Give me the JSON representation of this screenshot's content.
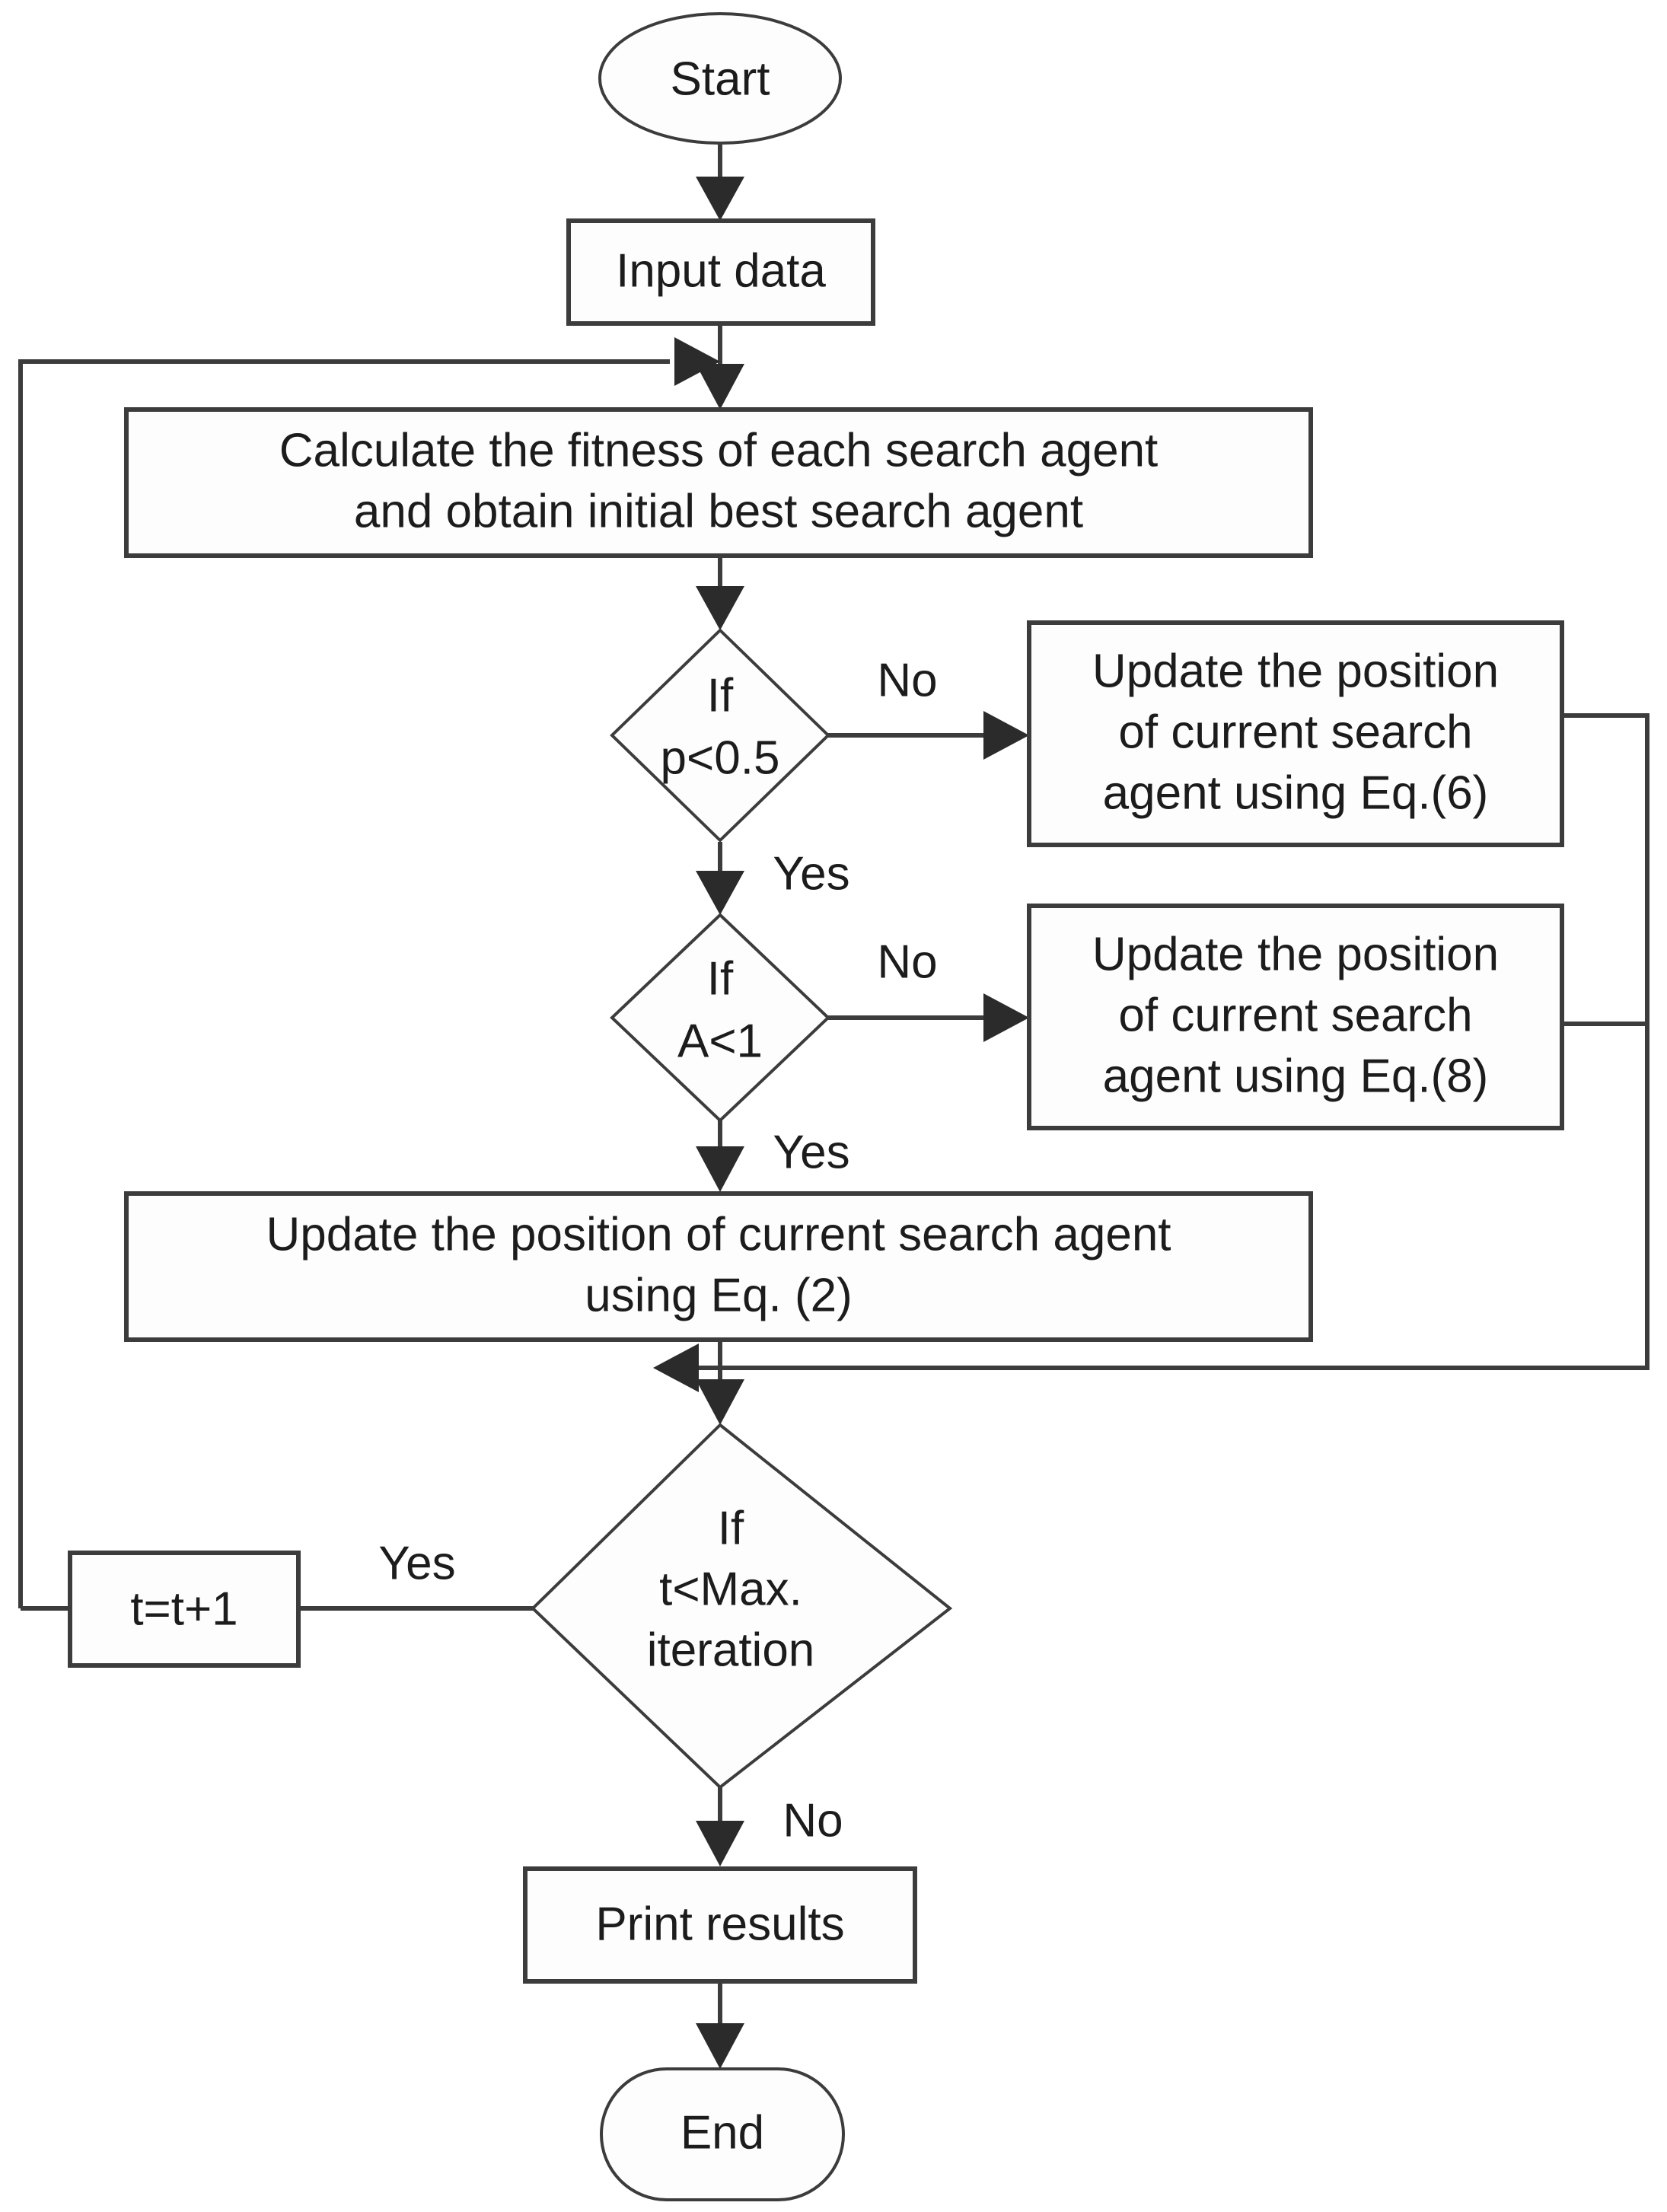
{
  "diagram": {
    "type": "flowchart",
    "title": "Whale Optimization Algorithm flowchart",
    "colors": {
      "stroke": "#3c3c3c",
      "fill": "#fdfdfd",
      "text": "#1c1c1c",
      "background": "#ffffff"
    },
    "nodes": [
      {
        "id": "start",
        "shape": "ellipse",
        "lines": [
          "Start"
        ]
      },
      {
        "id": "input",
        "shape": "process",
        "lines": [
          "Input data"
        ]
      },
      {
        "id": "calc",
        "shape": "process",
        "lines": [
          "Calculate the fitness of each search agent",
          "and obtain initial best search agent"
        ]
      },
      {
        "id": "ifp",
        "shape": "decision",
        "lines": [
          "If",
          "p<0.5"
        ]
      },
      {
        "id": "eq6",
        "shape": "process",
        "lines": [
          "Update the position",
          "of current search",
          "agent using Eq.(6)"
        ]
      },
      {
        "id": "ifa",
        "shape": "decision",
        "lines": [
          "If",
          "A<1"
        ]
      },
      {
        "id": "eq8",
        "shape": "process",
        "lines": [
          "Update the position",
          "of current search",
          "agent using Eq.(8)"
        ]
      },
      {
        "id": "eq2",
        "shape": "process",
        "lines": [
          "Update the position of current search agent",
          "using Eq. (2)"
        ]
      },
      {
        "id": "ifmax",
        "shape": "decision",
        "lines": [
          "If",
          "t<Max.",
          "iteration"
        ]
      },
      {
        "id": "increment",
        "shape": "process",
        "lines": [
          "t=t+1"
        ]
      },
      {
        "id": "print",
        "shape": "process",
        "lines": [
          "Print results"
        ]
      },
      {
        "id": "end",
        "shape": "terminal",
        "lines": [
          "End"
        ]
      }
    ],
    "edge_labels": {
      "ifp_no": "No",
      "ifp_yes": "Yes",
      "ifa_no": "No",
      "ifa_yes": "Yes",
      "ifmax_yes": "Yes",
      "ifmax_no": "No"
    },
    "edges": [
      {
        "from": "start",
        "to": "input",
        "label": ""
      },
      {
        "from": "input",
        "to": "calc",
        "label": ""
      },
      {
        "from": "calc",
        "to": "ifp",
        "label": ""
      },
      {
        "from": "ifp",
        "to": "eq6",
        "label": "No"
      },
      {
        "from": "ifp",
        "to": "ifa",
        "label": "Yes"
      },
      {
        "from": "ifa",
        "to": "eq8",
        "label": "No"
      },
      {
        "from": "ifa",
        "to": "eq2",
        "label": "Yes"
      },
      {
        "from": "eq6",
        "to": "ifmax",
        "label": ""
      },
      {
        "from": "eq8",
        "to": "ifmax",
        "label": ""
      },
      {
        "from": "eq2",
        "to": "ifmax",
        "label": ""
      },
      {
        "from": "ifmax",
        "to": "increment",
        "label": "Yes"
      },
      {
        "from": "increment",
        "to": "calc",
        "label": ""
      },
      {
        "from": "ifmax",
        "to": "print",
        "label": "No"
      },
      {
        "from": "print",
        "to": "end",
        "label": ""
      }
    ]
  }
}
